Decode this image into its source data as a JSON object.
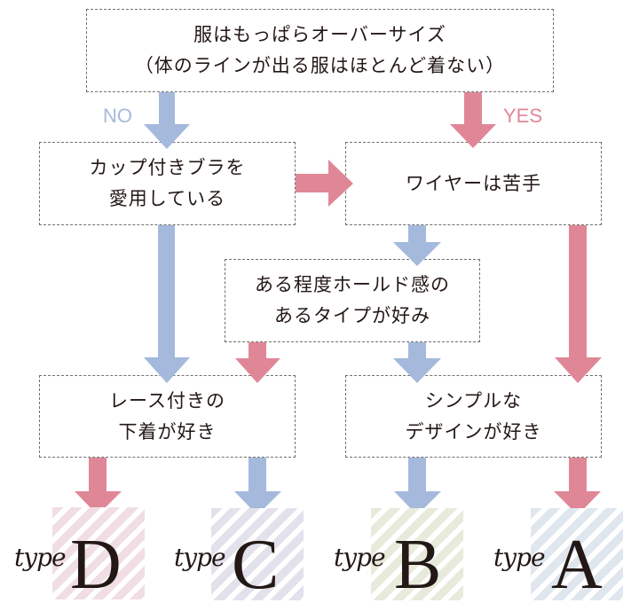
{
  "colors": {
    "no_blue": "#a4b9dc",
    "yes_pink": "#e08797",
    "type_d_stripe": "#f0dee4",
    "type_c_stripe": "#e3e1eb",
    "type_b_stripe": "#e8eadc",
    "type_a_stripe": "#dfe6ee"
  },
  "labels": {
    "no": "NO",
    "yes": "YES"
  },
  "nodes": {
    "q1": {
      "line1": "服はもっぱらオーバーサイズ",
      "line2": "（体のラインが出る服はほとんど着ない）"
    },
    "q2": {
      "line1": "カップ付きブラを",
      "line2": "愛用している"
    },
    "q3": {
      "line1": "ワイヤーは苦手"
    },
    "q4": {
      "line1": "ある程度ホールド感の",
      "line2": "あるタイプが好み"
    },
    "q5": {
      "line1": "レース付きの",
      "line2": "下着が好き"
    },
    "q6": {
      "line1": "シンプルな",
      "line2": "デザインが好き"
    }
  },
  "results": [
    {
      "word": "type",
      "letter": "D"
    },
    {
      "word": "type",
      "letter": "C"
    },
    {
      "word": "type",
      "letter": "B"
    },
    {
      "word": "type",
      "letter": "A"
    }
  ]
}
